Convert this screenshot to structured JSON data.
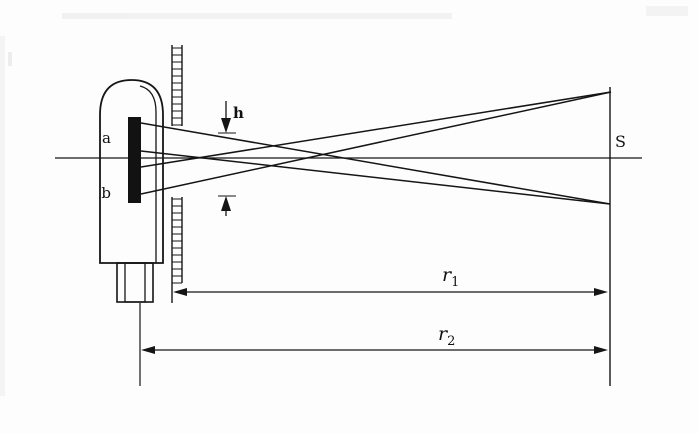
{
  "diagram": {
    "description": "Optics schematic: tube source with points a and b, slit of height h in a hatched wall, crossing rays to screen S, distances r1 and r2",
    "ink_color": "#151515",
    "background_color": "#fdfdfd",
    "source_labels": {
      "a": "a",
      "b": "b"
    },
    "slit": {
      "height_label": "h"
    },
    "screen": {
      "label": "S"
    },
    "dimensions": {
      "r1": {
        "base": "r",
        "sub": "1"
      },
      "r2": {
        "base": "r",
        "sub": "2"
      }
    }
  }
}
